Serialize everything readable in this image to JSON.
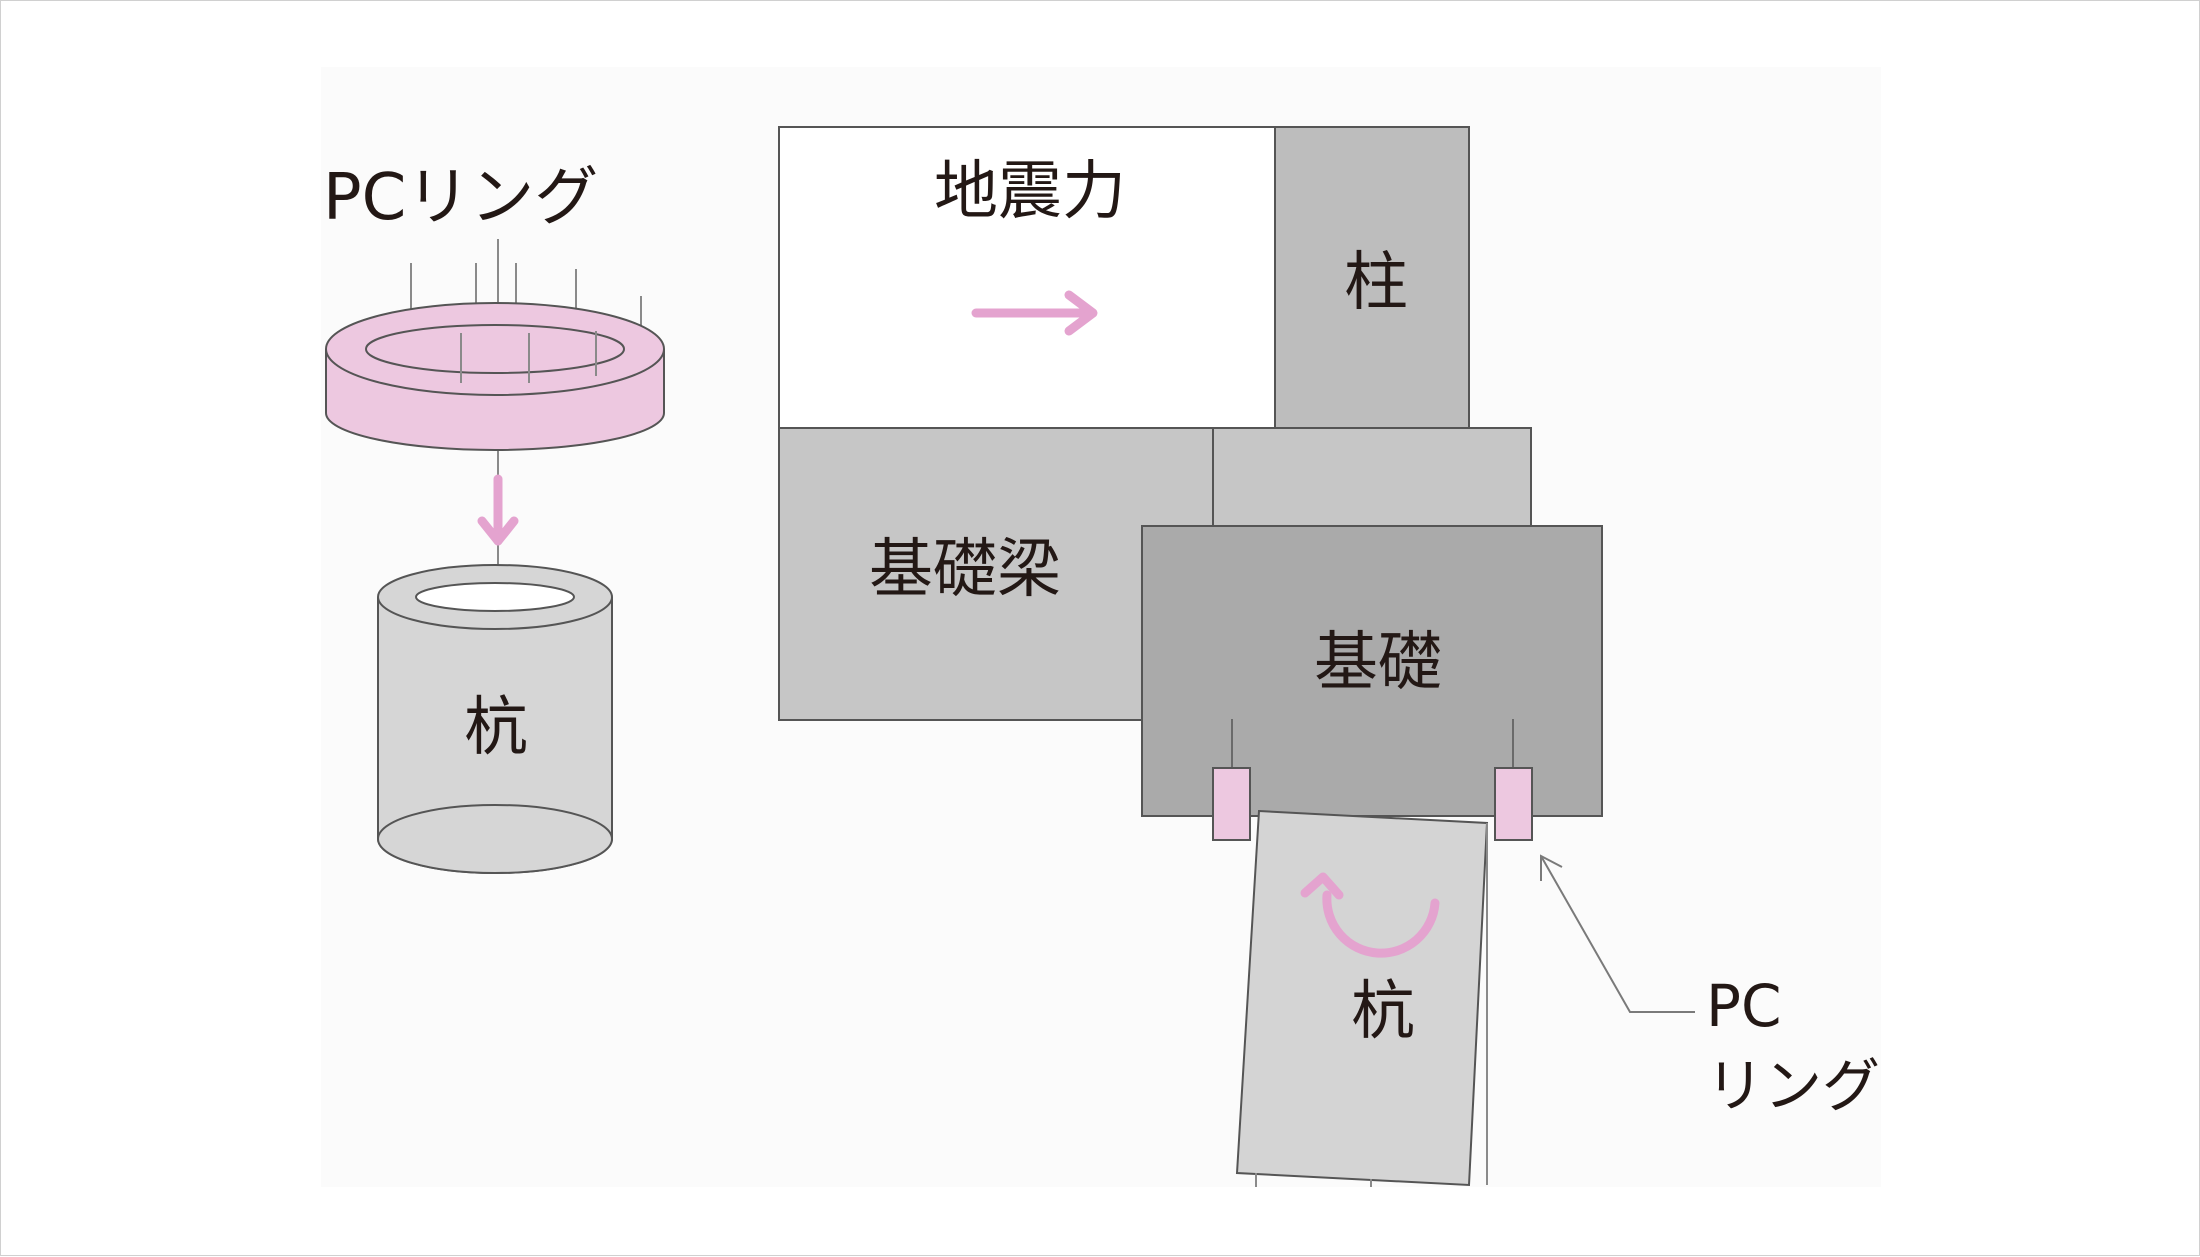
{
  "diagram": {
    "ring_title": "PCリング",
    "pile_left": "杭",
    "seismic_force": "地震力",
    "column": "柱",
    "foundation_beam": "基礎梁",
    "foundation": "基礎",
    "pile_right": "杭",
    "pc_label_line1": "PC",
    "pc_label_line2": "リング"
  },
  "colors": {
    "pink_accent": "#E4A3CF",
    "pink_fill": "#EDC8E0",
    "column_gray": "#BDBDBD",
    "beam_gray": "#C6C6C6",
    "foundation_gray": "#AAAAAA",
    "pile_gray": "#D4D4D4",
    "panel_bg": "#FBFBFB"
  }
}
